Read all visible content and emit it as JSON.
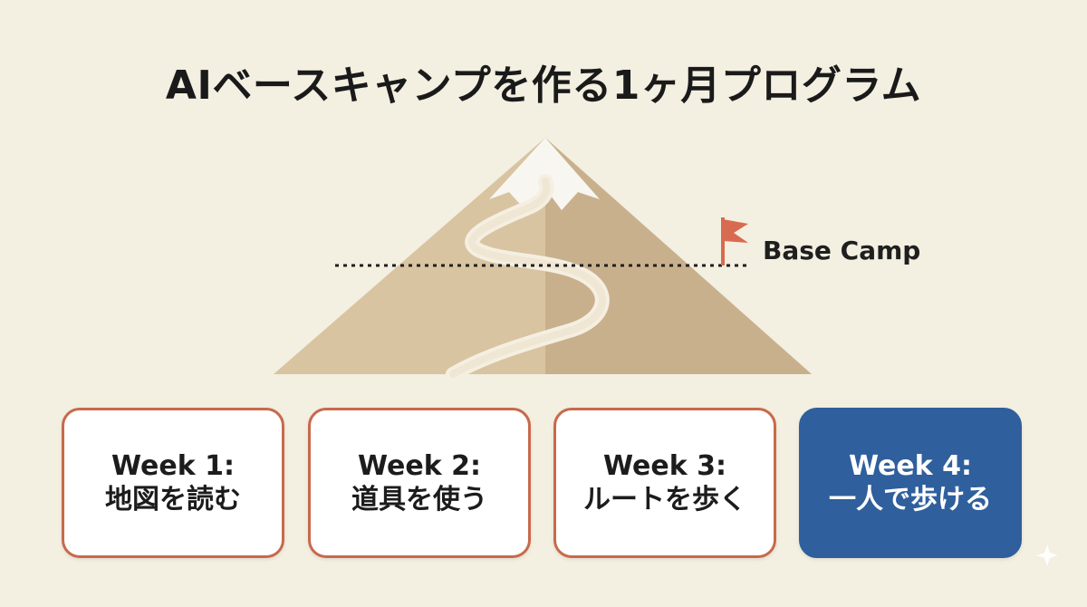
{
  "title": "AIベースキャンプを作る1ヶ月プログラム",
  "base_camp_label": "Base Camp",
  "colors": {
    "background": "#f3efe1",
    "mountain_light": "#d8c4a1",
    "mountain_dark": "#c9b08d",
    "path": "#f5efe1",
    "snow": "#f8f6f1",
    "flag": "#d86b4f",
    "card_border": "#c8694c",
    "active_card": "#2f5f9c"
  },
  "weeks": [
    {
      "label": "Week 1:",
      "subtitle": "地図を読む",
      "active": false
    },
    {
      "label": "Week 2:",
      "subtitle": "道具を使う",
      "active": false
    },
    {
      "label": "Week 3:",
      "subtitle": "ルートを歩く",
      "active": false
    },
    {
      "label": "Week 4:",
      "subtitle": "一人で歩ける",
      "active": true
    }
  ]
}
